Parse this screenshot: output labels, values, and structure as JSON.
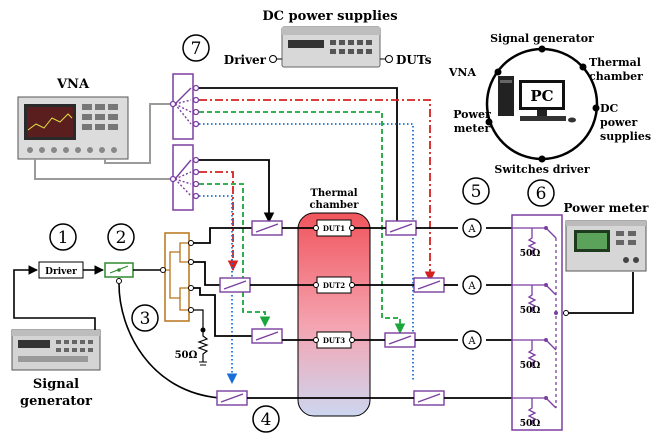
{
  "labels": {
    "dc_supplies": "DC power supplies",
    "driver_left": "Driver",
    "duts_right": "DUTs",
    "vna": "VNA",
    "signal_generator_top": "Signal generator",
    "thermal_chamber_right_1": "Thermal",
    "thermal_chamber_right_2": "chamber",
    "dc_power_1": "DC",
    "dc_power_2": "power",
    "dc_power_3": "supplies",
    "power_meter_left_1": "Power",
    "power_meter_left_2": "meter",
    "pc": "PC",
    "switches_driver": "Switches driver",
    "power_meter": "Power meter",
    "thermal_chamber_1": "Thermal",
    "thermal_chamber_2": "chamber",
    "dut1": "DUT1",
    "dut2": "DUT2",
    "dut3": "DUT3",
    "driver_box": "Driver",
    "signal_gen_1": "Signal",
    "signal_gen_2": "generator",
    "ohm_left": "50Ω",
    "ohm_r1": "50Ω",
    "ohm_r2": "50Ω",
    "ohm_r3": "50Ω",
    "ohm_r4": "50Ω",
    "meter_A": "A"
  },
  "callouts": {
    "c1": "1",
    "c2": "2",
    "c3": "3",
    "c4": "4",
    "c5": "5",
    "c6": "6",
    "c7": "7"
  },
  "colors": {
    "purple": "#7b3fa0",
    "orange": "#b8741a",
    "green_box": "#2e8b2e",
    "red_dash": "#d62020",
    "green_dash": "#1aa63a",
    "blue_dot": "#1a6fd6",
    "gray_cable": "#9a9a9a",
    "chamber_top": "#f0555d",
    "chamber_bottom": "#cfd6ee"
  }
}
